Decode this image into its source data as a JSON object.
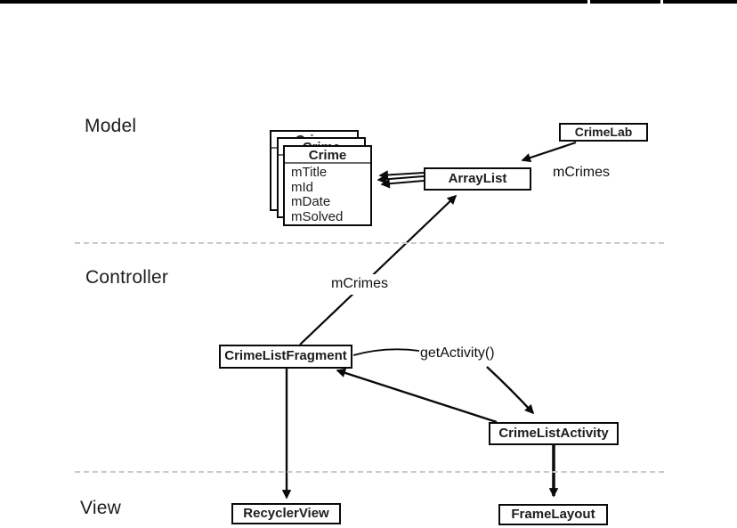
{
  "layers": {
    "model": {
      "label": "Model"
    },
    "controller": {
      "label": "Controller"
    },
    "view": {
      "label": "View"
    }
  },
  "nodes": {
    "crime": {
      "title": "Crime",
      "fields": [
        "mTitle",
        "mId",
        "mDate",
        "mSolved"
      ],
      "stack_count": 3
    },
    "crime_lab": {
      "title": "CrimeLab"
    },
    "array_list": {
      "title": "ArrayList"
    },
    "crime_list_fragment": {
      "title": "CrimeListFragment"
    },
    "crime_list_activity": {
      "title": "CrimeListActivity"
    },
    "recycler_view": {
      "title": "RecyclerView"
    },
    "frame_layout": {
      "title": "FrameLayout"
    }
  },
  "annotations": {
    "mcrimes_model": "mCrimes",
    "mcrimes_controller": "mCrimes",
    "get_activity": "getActivity()"
  },
  "colors": {
    "background": "#ffffff",
    "line": "#0a0a0a",
    "box_border": "#0a0a0a",
    "dashed_separator": "#c9c9c9",
    "text": "#1d1d1d",
    "top_bar": "#000000"
  }
}
